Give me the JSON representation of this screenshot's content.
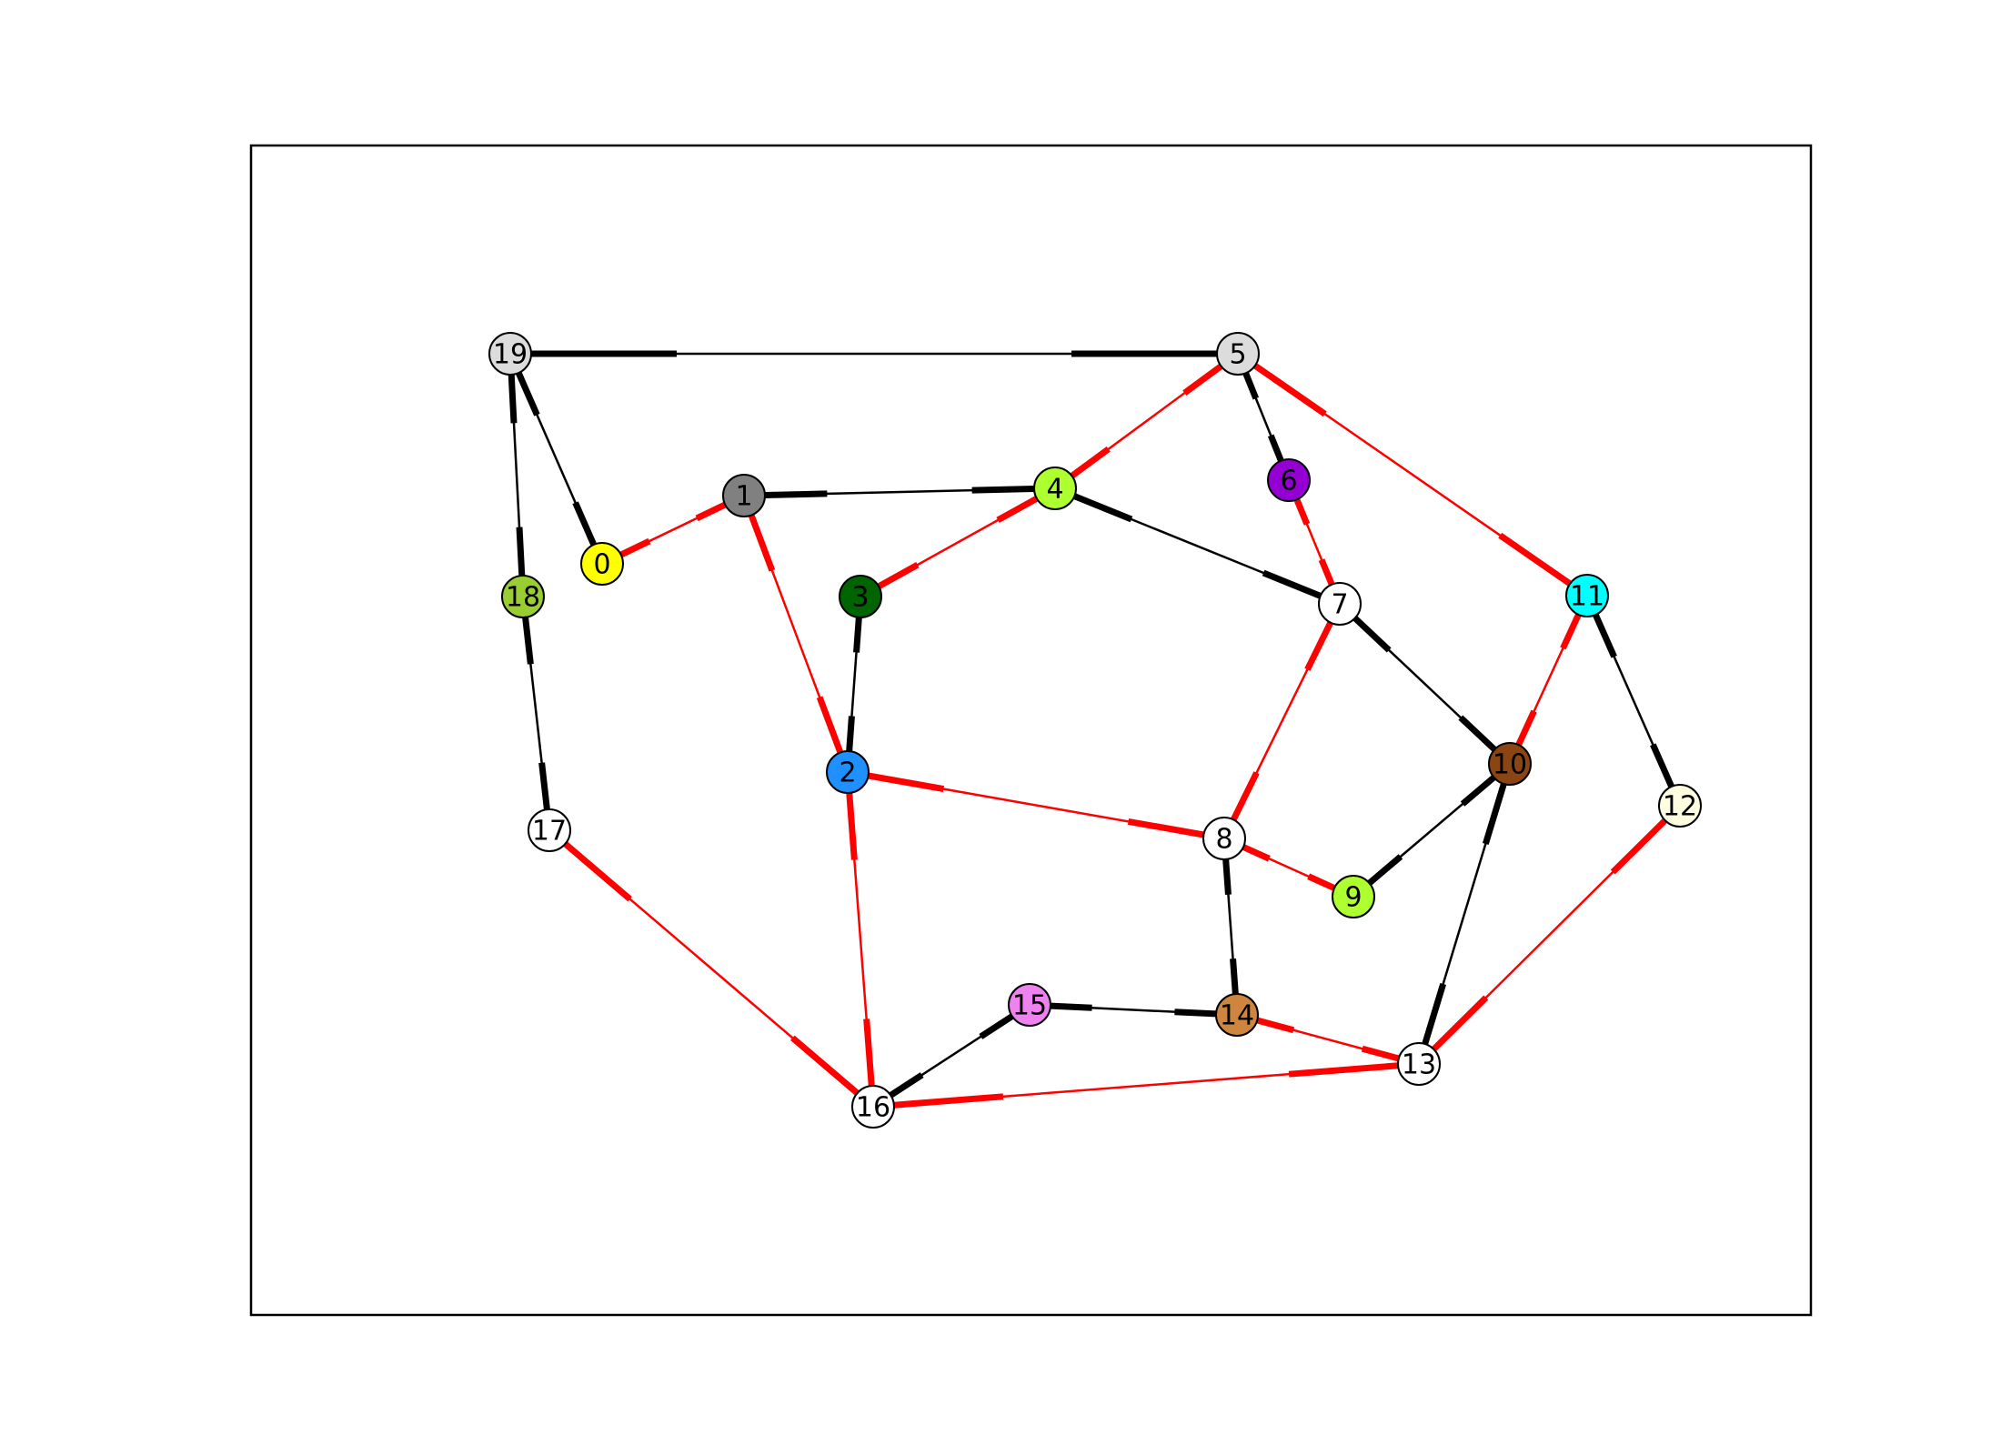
{
  "graph": {
    "nodes": [
      {
        "id": "0",
        "label": "0",
        "color": "#ffff00"
      },
      {
        "id": "1",
        "label": "1",
        "color": "#808080"
      },
      {
        "id": "2",
        "label": "2",
        "color": "#1e90ff"
      },
      {
        "id": "3",
        "label": "3",
        "color": "#006400"
      },
      {
        "id": "4",
        "label": "4",
        "color": "#adff2f"
      },
      {
        "id": "5",
        "label": "5",
        "color": "#dcdcdc"
      },
      {
        "id": "6",
        "label": "6",
        "color": "#9400d3"
      },
      {
        "id": "7",
        "label": "7",
        "color": "#ffffff"
      },
      {
        "id": "8",
        "label": "8",
        "color": "#ffffff"
      },
      {
        "id": "9",
        "label": "9",
        "color": "#adff2f"
      },
      {
        "id": "10",
        "label": "10",
        "color": "#8b4513"
      },
      {
        "id": "11",
        "label": "11",
        "color": "#00ffff"
      },
      {
        "id": "12",
        "label": "12",
        "color": "#fffde0"
      },
      {
        "id": "13",
        "label": "13",
        "color": "#ffffff"
      },
      {
        "id": "14",
        "label": "14",
        "color": "#cd853f"
      },
      {
        "id": "15",
        "label": "15",
        "color": "#ee82ee"
      },
      {
        "id": "16",
        "label": "16",
        "color": "#ffffff"
      },
      {
        "id": "17",
        "label": "17",
        "color": "#ffffff"
      },
      {
        "id": "18",
        "label": "18",
        "color": "#9acd32"
      },
      {
        "id": "19",
        "label": "19",
        "color": "#dcdcdc"
      }
    ],
    "edges": [
      {
        "source": "19",
        "target": "5",
        "color": "black"
      },
      {
        "source": "19",
        "target": "0",
        "color": "black"
      },
      {
        "source": "19",
        "target": "18",
        "color": "black"
      },
      {
        "source": "18",
        "target": "17",
        "color": "black"
      },
      {
        "source": "1",
        "target": "0",
        "color": "red"
      },
      {
        "source": "1",
        "target": "4",
        "color": "black"
      },
      {
        "source": "1",
        "target": "2",
        "color": "red"
      },
      {
        "source": "5",
        "target": "4",
        "color": "red"
      },
      {
        "source": "5",
        "target": "6",
        "color": "black"
      },
      {
        "source": "5",
        "target": "11",
        "color": "red"
      },
      {
        "source": "4",
        "target": "3",
        "color": "red"
      },
      {
        "source": "4",
        "target": "7",
        "color": "black"
      },
      {
        "source": "6",
        "target": "7",
        "color": "red"
      },
      {
        "source": "3",
        "target": "2",
        "color": "black"
      },
      {
        "source": "7",
        "target": "8",
        "color": "red"
      },
      {
        "source": "7",
        "target": "10",
        "color": "black"
      },
      {
        "source": "11",
        "target": "10",
        "color": "red"
      },
      {
        "source": "11",
        "target": "12",
        "color": "black"
      },
      {
        "source": "2",
        "target": "8",
        "color": "red"
      },
      {
        "source": "2",
        "target": "16",
        "color": "red"
      },
      {
        "source": "8",
        "target": "9",
        "color": "red"
      },
      {
        "source": "8",
        "target": "14",
        "color": "black"
      },
      {
        "source": "10",
        "target": "9",
        "color": "black"
      },
      {
        "source": "10",
        "target": "13",
        "color": "black"
      },
      {
        "source": "12",
        "target": "13",
        "color": "red"
      },
      {
        "source": "17",
        "target": "16",
        "color": "red"
      },
      {
        "source": "15",
        "target": "14",
        "color": "black"
      },
      {
        "source": "15",
        "target": "16",
        "color": "black"
      },
      {
        "source": "14",
        "target": "13",
        "color": "red"
      },
      {
        "source": "16",
        "target": "13",
        "color": "red"
      }
    ]
  },
  "colors": {
    "red_edge": "#ff0000",
    "black_edge": "#000000",
    "node_outline": "#000000",
    "frame": "#000000"
  }
}
